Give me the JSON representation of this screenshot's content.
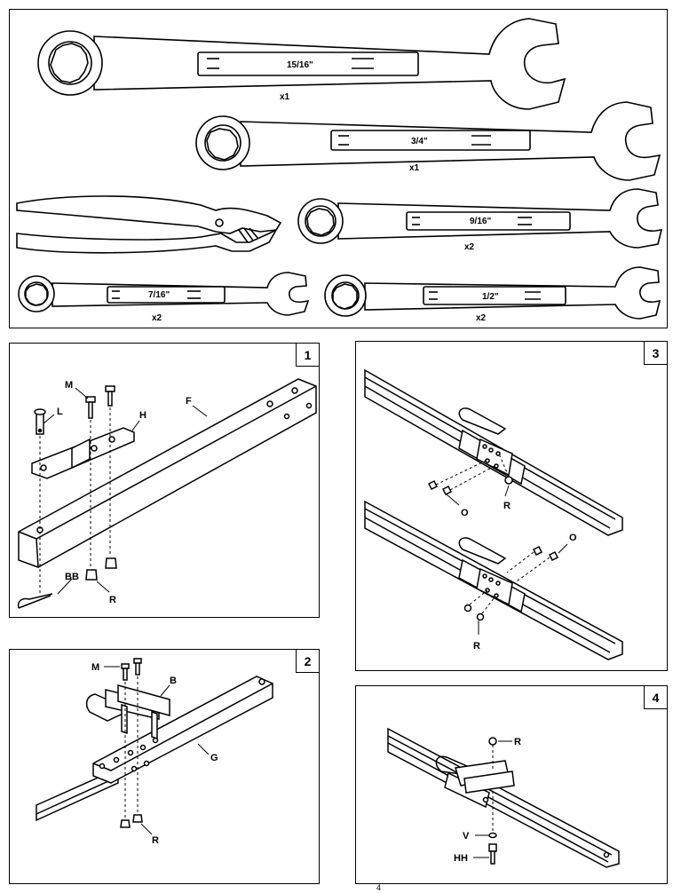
{
  "tools": {
    "wrench1": {
      "size": "15/16\"",
      "qty": "x1"
    },
    "wrench2": {
      "size": "3/4\"",
      "qty": "x1"
    },
    "wrench3": {
      "size": "9/16\"",
      "qty": "x2"
    },
    "wrench4": {
      "size": "7/16\"",
      "qty": "x2"
    },
    "wrench5": {
      "size": "1/2\"",
      "qty": "x2"
    }
  },
  "step1": {
    "number": "1",
    "labels": {
      "M": "M",
      "L": "L",
      "H": "H",
      "F": "F",
      "BB": "BB",
      "R": "R"
    }
  },
  "step2": {
    "number": "2",
    "labels": {
      "M": "M",
      "B": "B",
      "G": "G",
      "R": "R"
    }
  },
  "step3": {
    "number": "3",
    "labels": {
      "O1": "O",
      "R1": "R",
      "O2": "O",
      "R2": "R"
    }
  },
  "step4": {
    "number": "4",
    "labels": {
      "R": "R",
      "V": "V",
      "HH": "HH"
    }
  },
  "page_number": "4"
}
